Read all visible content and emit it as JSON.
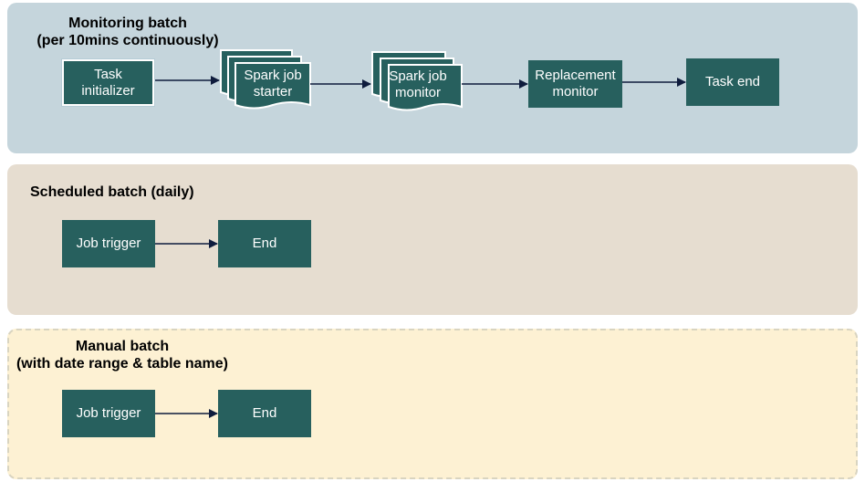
{
  "colors": {
    "node_fill": "#27605e",
    "arrow": "#0f1c3d",
    "lane_monitoring": "#c5d5dc",
    "lane_scheduled": "#e6ddd0",
    "lane_manual": "#fdf1d3"
  },
  "lanes": {
    "monitoring": {
      "title_line1": "Monitoring batch",
      "title_line2": "(per 10mins continuously)",
      "nodes": {
        "task_initializer": {
          "line1": "Task",
          "line2": "initializer"
        },
        "spark_job_starter": {
          "line1": "Spark job",
          "line2": "starter"
        },
        "spark_job_monitor": {
          "line1": "Spark job",
          "line2": "monitor"
        },
        "replacement_monitor": {
          "line1": "Replacement",
          "line2": "monitor"
        },
        "task_end": {
          "label": "Task end"
        }
      }
    },
    "scheduled": {
      "title": "Scheduled batch (daily)",
      "nodes": {
        "job_trigger": {
          "label": "Job trigger"
        },
        "end": {
          "label": "End"
        }
      }
    },
    "manual": {
      "title_line1": "Manual batch",
      "title_line2": "(with date range & table name)",
      "nodes": {
        "job_trigger": {
          "label": "Job trigger"
        },
        "end": {
          "label": "End"
        }
      }
    }
  }
}
